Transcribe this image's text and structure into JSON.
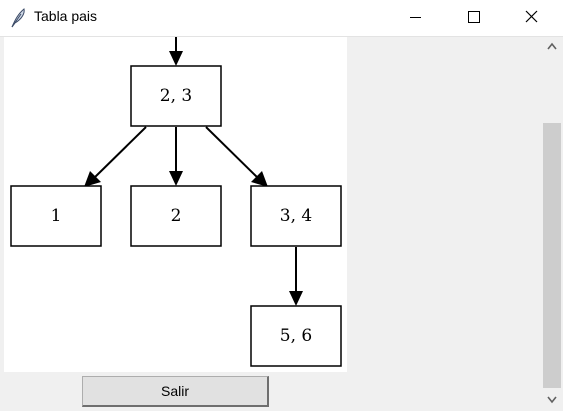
{
  "window": {
    "title": "Tabla pais"
  },
  "tree": {
    "nodes": [
      {
        "id": "root",
        "label": "2, 3"
      },
      {
        "id": "left",
        "label": "1"
      },
      {
        "id": "middle",
        "label": "2"
      },
      {
        "id": "right",
        "label": "3, 4"
      },
      {
        "id": "right-child",
        "label": "5, 6"
      }
    ]
  },
  "footer": {
    "exit_label": "Salir"
  },
  "icons": {
    "app": "feather-icon",
    "minimize": "minimize-icon",
    "maximize": "maximize-icon",
    "close": "close-icon",
    "scroll_up": "chevron-up-icon",
    "scroll_down": "chevron-down-icon"
  }
}
